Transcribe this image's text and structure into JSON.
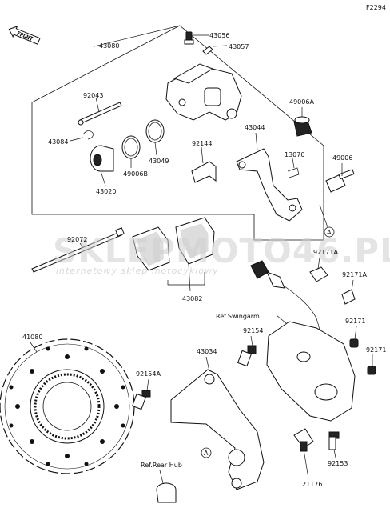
{
  "diagram_code": "F2294",
  "direction_label": "FRONT",
  "watermark": {
    "brand": "SKLEPMOTO46.PL",
    "tagline": "internetowy sklep motocyklowy"
  },
  "parts": {
    "p43080": "43080",
    "p43056": "43056",
    "p43057": "43057",
    "p92043": "92043",
    "p49006A": "49006A",
    "p43044": "43044",
    "p43084": "43084",
    "p92144": "92144",
    "p13070": "13070",
    "p49006": "49006",
    "p49006B": "49006B",
    "p43049": "43049",
    "p43020": "43020",
    "p92072": "92072",
    "p92171A_1": "92171A",
    "p92171A_2": "92171A",
    "p43082": "43082",
    "p41080": "41080",
    "p92154": "92154",
    "p43034": "43034",
    "p92171_1": "92171",
    "p92171_2": "92171",
    "p92154A": "92154A",
    "p92153": "92153",
    "p21176": "21176"
  },
  "refs": {
    "swingarm": "Ref.Swingarm",
    "rear_hub": "Ref.Rear Hub"
  },
  "callouts": {
    "a1": "A",
    "a2": "A"
  }
}
